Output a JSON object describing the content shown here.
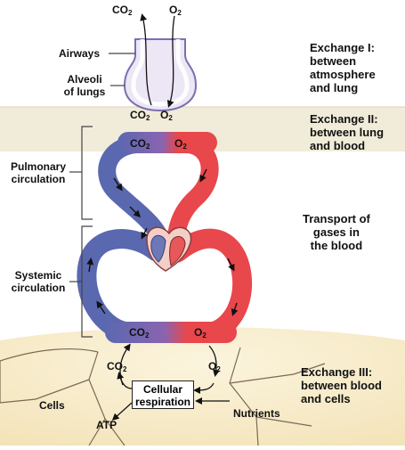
{
  "labels": {
    "airways": "Airways",
    "alveoli_line1": "Alveoli",
    "alveoli_line2": "of lungs",
    "pulmonary_line1": "Pulmonary",
    "pulmonary_line2": "circulation",
    "systemic_line1": "Systemic",
    "systemic_line2": "circulation",
    "cells": "Cells",
    "nutrients": "Nutrients",
    "atp": "ATP",
    "cellular_line1": "Cellular",
    "cellular_line2": "respiration"
  },
  "exchanges": {
    "ex1_line1": "Exchange I:",
    "ex1_line2": "between",
    "ex1_line3": "atmosphere",
    "ex1_line4": "and lung",
    "ex2_line1": "Exchange II:",
    "ex2_line2": "between lung",
    "ex2_line3": "and blood",
    "transport_line1": "Transport of",
    "transport_line2": "gases in",
    "transport_line3": "the blood",
    "ex3_line1": "Exchange III:",
    "ex3_line2": "between blood",
    "ex3_line3": "and cells"
  },
  "gases": {
    "co2_base": "CO",
    "co2_sub": "2",
    "o2_base": "O",
    "o2_sub": "2"
  },
  "colors": {
    "deoxygenated": "#5a68b0",
    "oxygenated": "#e8474c",
    "alveolus_fill": "#ece6f5",
    "alveolus_outline": "#7b6fb0",
    "band": "#f1ecd9",
    "cells_bg": "#f8eed1"
  }
}
